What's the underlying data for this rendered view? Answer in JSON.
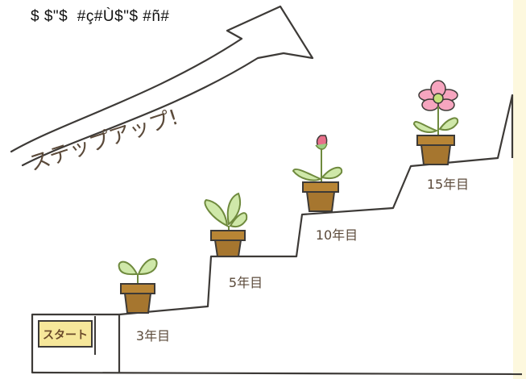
{
  "header": {
    "garbled_text": "$ $\"$  #ç#Ù$\"$ #ñ#"
  },
  "arrow": {
    "label": "ステップアップ!"
  },
  "start": {
    "label": "スタート"
  },
  "steps": [
    {
      "label": "3年目",
      "plant": "sprout"
    },
    {
      "label": "5年目",
      "plant": "leafy"
    },
    {
      "label": "10年目",
      "plant": "bud"
    },
    {
      "label": "15年目",
      "plant": "flower"
    }
  ],
  "colors": {
    "line": "#3d3a37",
    "pot": "#a6762f",
    "pot_rim": "#b88535",
    "leaf": "#cfe8a9",
    "leaf_stroke": "#6f8a3e",
    "flower": "#f6a5bf",
    "bud": "#e86f8a",
    "start_bg": "#f6e79a",
    "start_text": "#6a4a2a",
    "strip": "#fdf8de"
  }
}
